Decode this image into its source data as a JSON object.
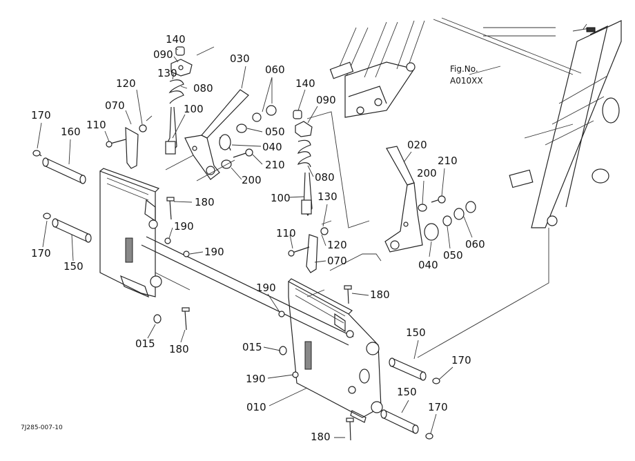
{
  "figure": {
    "fig_label": "Fig.No.",
    "fig_number": "A010XX",
    "drawing_code": "7J285-007-10"
  },
  "callouts": [
    {
      "id": "c-140-a",
      "text": "140"
    },
    {
      "id": "c-090-a",
      "text": "090"
    },
    {
      "id": "c-130-a",
      "text": "130"
    },
    {
      "id": "c-080-a",
      "text": "080"
    },
    {
      "id": "c-120-a",
      "text": "120"
    },
    {
      "id": "c-070-a",
      "text": "070"
    },
    {
      "id": "c-100-a",
      "text": "100"
    },
    {
      "id": "c-110-a",
      "text": "110"
    },
    {
      "id": "c-170-a",
      "text": "170"
    },
    {
      "id": "c-160",
      "text": "160"
    },
    {
      "id": "c-030",
      "text": "030"
    },
    {
      "id": "c-060-a",
      "text": "060"
    },
    {
      "id": "c-050-a",
      "text": "050"
    },
    {
      "id": "c-040-a",
      "text": "040"
    },
    {
      "id": "c-210-a",
      "text": "210"
    },
    {
      "id": "c-200-a",
      "text": "200"
    },
    {
      "id": "c-180-a",
      "text": "180"
    },
    {
      "id": "c-190-a",
      "text": "190"
    },
    {
      "id": "c-190-b",
      "text": "190"
    },
    {
      "id": "c-170-b",
      "text": "170"
    },
    {
      "id": "c-150-a",
      "text": "150"
    },
    {
      "id": "c-015-a",
      "text": "015"
    },
    {
      "id": "c-180-b",
      "text": "180"
    },
    {
      "id": "c-140-b",
      "text": "140"
    },
    {
      "id": "c-090-b",
      "text": "090"
    },
    {
      "id": "c-080-b",
      "text": "080"
    },
    {
      "id": "c-100-b",
      "text": "100"
    },
    {
      "id": "c-130-b",
      "text": "130"
    },
    {
      "id": "c-110-b",
      "text": "110"
    },
    {
      "id": "c-120-b",
      "text": "120"
    },
    {
      "id": "c-070-b",
      "text": "070"
    },
    {
      "id": "c-020",
      "text": "020"
    },
    {
      "id": "c-200-b",
      "text": "200"
    },
    {
      "id": "c-210-b",
      "text": "210"
    },
    {
      "id": "c-040-b",
      "text": "040"
    },
    {
      "id": "c-050-b",
      "text": "050"
    },
    {
      "id": "c-060-b",
      "text": "060"
    },
    {
      "id": "c-190-c",
      "text": "190"
    },
    {
      "id": "c-180-c",
      "text": "180"
    },
    {
      "id": "c-015-b",
      "text": "015"
    },
    {
      "id": "c-190-d",
      "text": "190"
    },
    {
      "id": "c-010",
      "text": "010"
    },
    {
      "id": "c-150-b",
      "text": "150"
    },
    {
      "id": "c-170-c",
      "text": "170"
    },
    {
      "id": "c-150-c",
      "text": "150"
    },
    {
      "id": "c-170-d",
      "text": "170"
    },
    {
      "id": "c-180-d",
      "text": "180"
    }
  ]
}
